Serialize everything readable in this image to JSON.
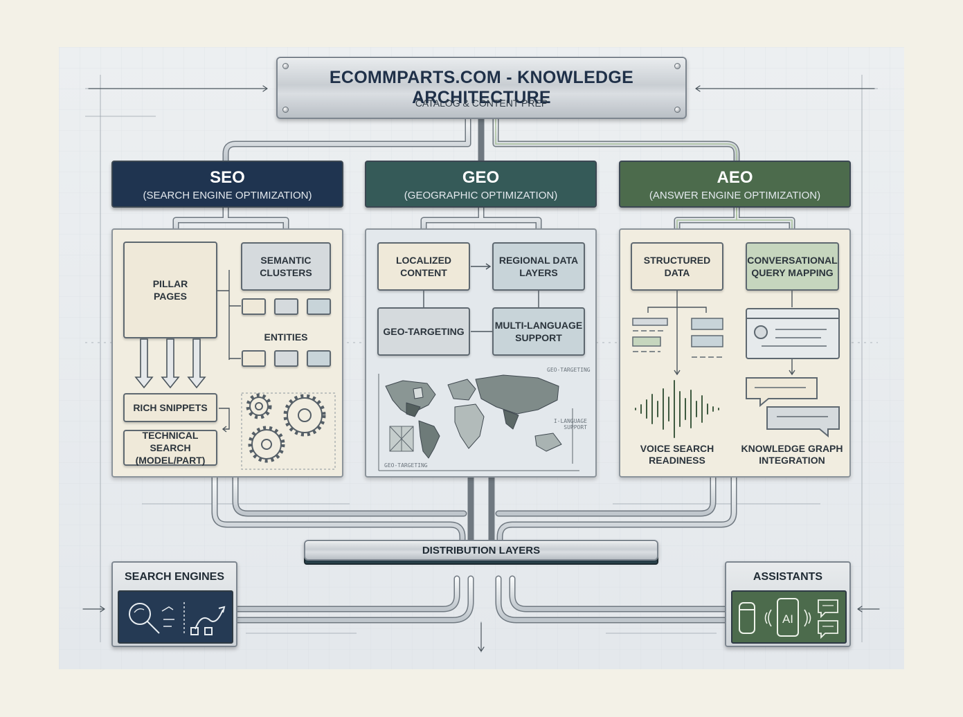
{
  "header": {
    "title": "ECOMMPARTS.COM - KNOWLEDGE ARCHITECTURE",
    "subtitle": "CATALOG & CONTENT PREP"
  },
  "colors": {
    "seo": "#1f3450",
    "geo": "#355a58",
    "aeo": "#4c6b4c",
    "panel_cream": "#f1ede0",
    "background": "#f3f1e7"
  },
  "pillars": {
    "seo": {
      "title": "SEO",
      "subtitle": "(SEARCH ENGINE OPTIMIZATION)",
      "pillar_pages": "PILLAR\nPAGES",
      "semantic_clusters": "SEMANTIC\nCLUSTERS",
      "entities": "ENTITIES",
      "rich_snippets": "RICH SNIPPETS",
      "technical_search": "TECHNICAL SEARCH\n(MODEL/PART)",
      "icons": [
        "down-arrow-icon",
        "gear-icon"
      ]
    },
    "geo": {
      "title": "GEO",
      "subtitle": "(GEOGRAPHIC OPTIMIZATION)",
      "localized_content": "LOCALIZED\nCONTENT",
      "regional_data_layers": "REGIONAL DATA\nLAYERS",
      "geo_targeting": "GEO-TARGETING",
      "multi_language": "MULTI-LANGUAGE\nSUPPORT",
      "map_note_top": "GEO-TARGETING",
      "map_note_mid": "I-LANGUAGE\nSUPPORT",
      "map_note_bottom": "GEO-TARGETING",
      "icons": [
        "world-map-icon"
      ]
    },
    "aeo": {
      "title": "AEO",
      "subtitle": "(ANSWER ENGINE OPTIMIZATION)",
      "structured_data": "STRUCTURED\nDATA",
      "conversational": "CONVERSATIONAL\nQUERY MAPPING",
      "voice_search": "VOICE SEARCH\nREADINESS",
      "knowledge_graph": "KNOWLEDGE GRAPH\nINTEGRATION",
      "icons": [
        "waveform-icon",
        "browser-window-icon",
        "chat-bubble-icon"
      ]
    }
  },
  "distribution": {
    "label": "DISTRIBUTION LAYERS"
  },
  "outputs": {
    "search_engines": {
      "label": "SEARCH ENGINES",
      "icons": [
        "magnifier-icon",
        "analytics-path-icon"
      ]
    },
    "assistants": {
      "label": "ASSISTANTS",
      "ai_glyph": "AI",
      "icons": [
        "smart-speaker-icon",
        "phone-ai-icon",
        "chat-bubble-icon"
      ]
    }
  }
}
